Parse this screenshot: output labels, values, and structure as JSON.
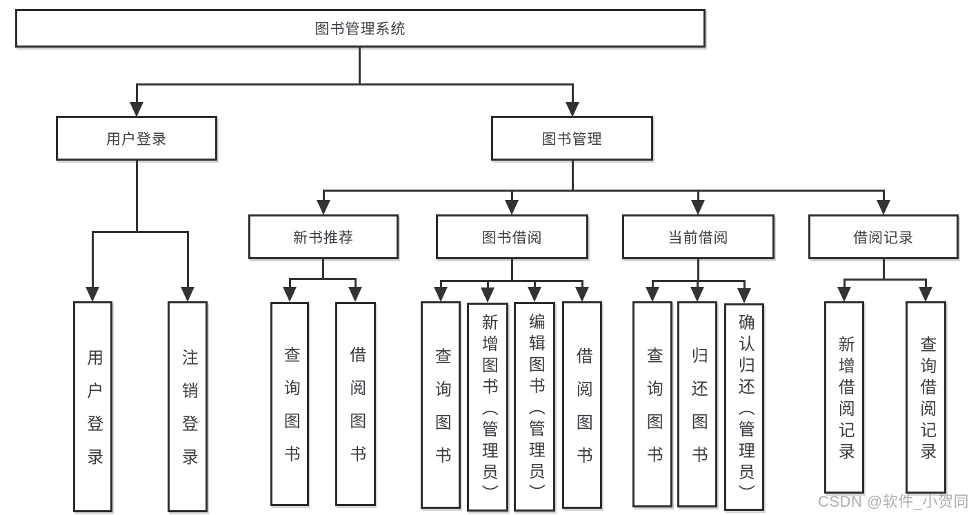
{
  "diagram_type": "hierarchy-tree",
  "tree": {
    "label": "图书管理系统",
    "children": [
      {
        "label": "用户登录",
        "children": [
          {
            "label": "用户登录"
          },
          {
            "label": "注销登录"
          }
        ]
      },
      {
        "label": "图书管理",
        "children": [
          {
            "label": "新书推荐",
            "children": [
              {
                "label": "查询图书"
              },
              {
                "label": "借阅图书"
              }
            ]
          },
          {
            "label": "图书借阅",
            "children": [
              {
                "label": "查询图书"
              },
              {
                "label": "新增图书（管理员）"
              },
              {
                "label": "编辑图书（管理员）"
              },
              {
                "label": "借阅图书"
              }
            ]
          },
          {
            "label": "当前借阅",
            "children": [
              {
                "label": "查询图书"
              },
              {
                "label": "归还图书"
              },
              {
                "label": "确认归还（管理员）"
              }
            ]
          },
          {
            "label": "借阅记录",
            "children": [
              {
                "label": "新增借阅记录"
              },
              {
                "label": "查询借阅记录"
              }
            ]
          }
        ]
      }
    ]
  },
  "watermark": "CSDN @软件_小贺同学",
  "colors": {
    "line": "#333333",
    "box_border": "#2d2d2d",
    "text": "#3a3b40",
    "watermark": "#a5a5a5",
    "background": "#ffffff"
  }
}
